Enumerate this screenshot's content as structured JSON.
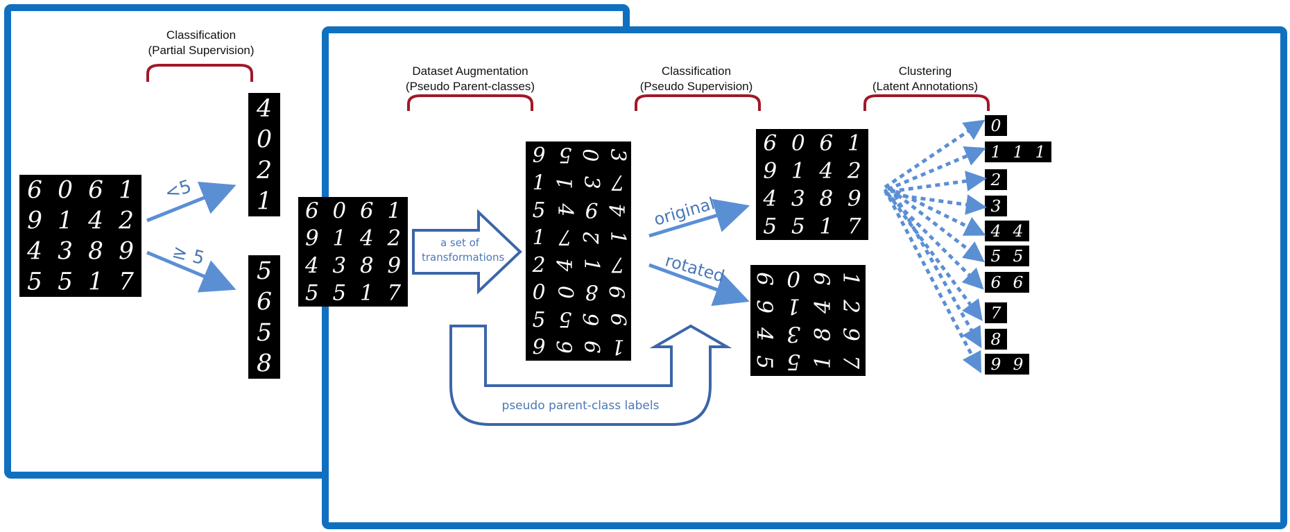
{
  "colors": {
    "frame": "#1070c0",
    "arrow": "#5b8fd4",
    "brace": "#a01828",
    "dark_arrow": "#3b66a8"
  },
  "back_panel": {
    "title_line1": "Classification",
    "title_line2": "(Partial Supervision)",
    "arrow_top_label": "<5",
    "arrow_bottom_label": "≥ 5",
    "grid_digits": [
      "6",
      "0",
      "6",
      "1",
      "9",
      "1",
      "4",
      "2",
      "4",
      "3",
      "8",
      "9",
      "5",
      "5",
      "1",
      "7"
    ],
    "right_top_digits": [
      "4",
      "0",
      "2",
      "1"
    ],
    "right_bottom_digits": [
      "5",
      "6",
      "5",
      "8"
    ]
  },
  "front_panel": {
    "augmentation_title_line1": "Dataset Augmentation",
    "augmentation_title_line2": "(Pseudo Parent-classes)",
    "classification_title_line1": "Classification",
    "classification_title_line2": "(Pseudo Supervision)",
    "clustering_title_line1": "Clustering",
    "clustering_title_line2": "(Latent Annotations)",
    "transform_label_line1": "a set of",
    "transform_label_line2": "transformations",
    "original_label": "original",
    "rotated_label": "rotated",
    "pseudo_label": "pseudo parent-class labels",
    "input_digits": [
      "6",
      "0",
      "6",
      "1",
      "9",
      "1",
      "4",
      "2",
      "4",
      "3",
      "8",
      "9",
      "5",
      "5",
      "1",
      "7"
    ],
    "augmented_digits": [
      "9",
      "5",
      "0",
      "3",
      "1",
      "1",
      "3",
      "7",
      "5",
      "4",
      "9",
      "4",
      "1",
      "7",
      "2",
      "1",
      "2",
      "4",
      "1",
      "7",
      "0",
      "0",
      "8",
      "9",
      "5",
      "5",
      "6",
      "6",
      "9",
      "6",
      "6",
      "1"
    ],
    "original_digits": [
      "6",
      "0",
      "6",
      "1",
      "9",
      "1",
      "4",
      "2",
      "4",
      "3",
      "8",
      "9",
      "5",
      "5",
      "1",
      "7"
    ],
    "rotated_digits": [
      "6",
      "0",
      "9",
      "1",
      "9",
      "1",
      "4",
      "2",
      "4",
      "3",
      "8",
      "9",
      "5",
      "5",
      "1",
      "7"
    ],
    "cluster_rows": [
      [
        "0"
      ],
      [
        "1",
        "1",
        "1"
      ],
      [
        "2"
      ],
      [
        "3"
      ],
      [
        "4",
        "4"
      ],
      [
        "5",
        "5"
      ],
      [
        "6",
        "6"
      ],
      [
        "7"
      ],
      [
        "8"
      ],
      [
        "9",
        "9"
      ]
    ]
  }
}
